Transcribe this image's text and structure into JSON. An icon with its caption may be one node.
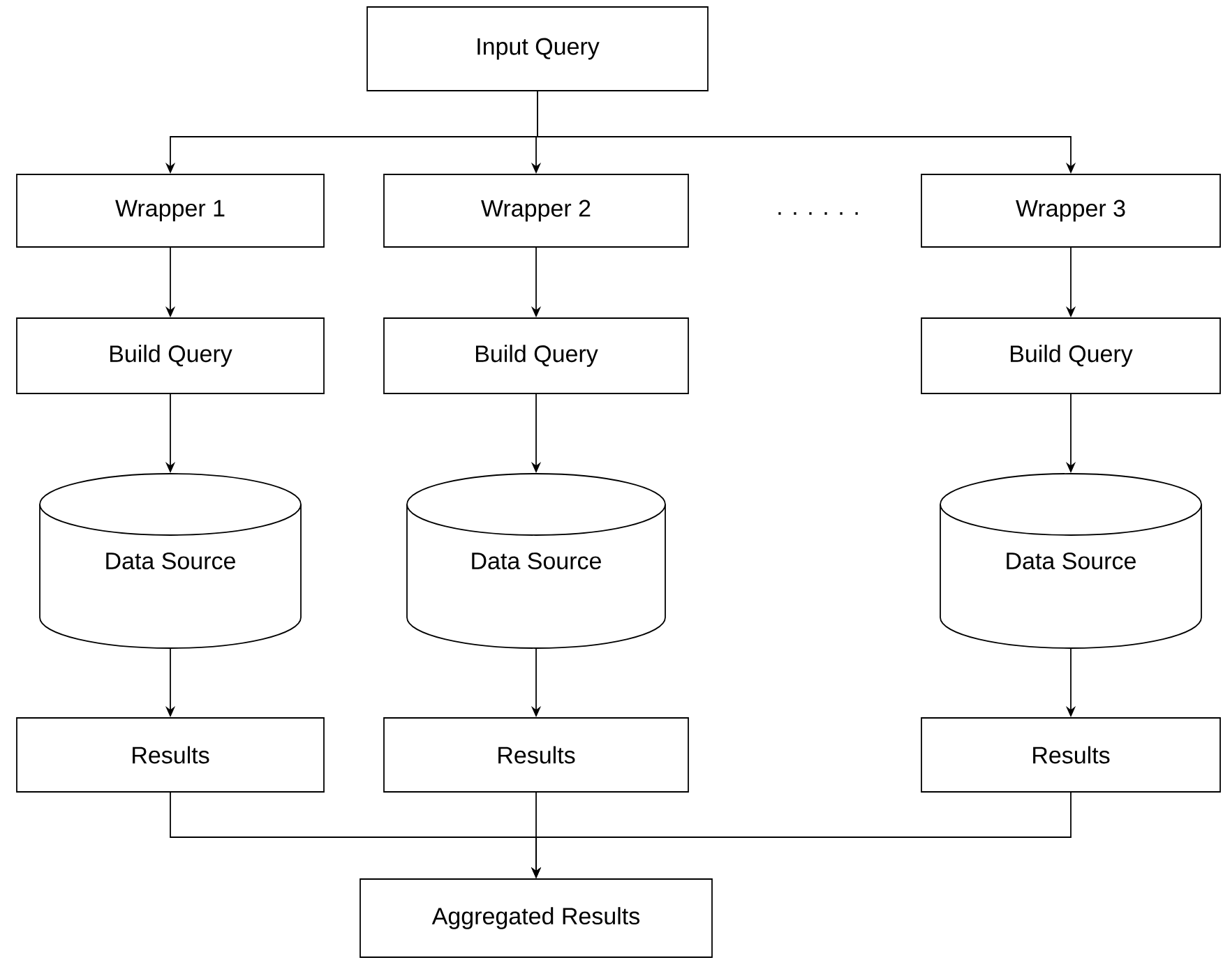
{
  "diagram": {
    "nodes": [
      {
        "text": [
          "Input Query"
        ]
      },
      {
        "text": [
          "Wrapper 1"
        ]
      },
      {
        "text": [
          "Wrapper 2"
        ]
      },
      {
        "text": [
          "Wrapper 3"
        ]
      },
      {
        "text": [
          "Build Query"
        ]
      },
      {
        "text": [
          "Build Query"
        ]
      },
      {
        "text": [
          "Build Query"
        ]
      },
      {
        "text": [
          "Data Source"
        ]
      },
      {
        "text": [
          "Data Source"
        ]
      },
      {
        "text": [
          "Data Source"
        ]
      },
      {
        "text": [
          "Results"
        ]
      },
      {
        "text": [
          "Results"
        ]
      },
      {
        "text": [
          "Results"
        ]
      },
      {
        "text": [
          "Aggregated Results"
        ]
      }
    ],
    "edges": [
      {
        "from": 0,
        "to": 1,
        "arrow": "to"
      },
      {
        "from": 0,
        "to": 2,
        "arrow": "to"
      },
      {
        "from": 0,
        "to": 3,
        "arrow": "to"
      },
      {
        "from": 1,
        "to": 4,
        "arrow": "to"
      },
      {
        "from": 2,
        "to": 5,
        "arrow": "to"
      },
      {
        "from": 3,
        "to": 6,
        "arrow": "to"
      },
      {
        "from": 4,
        "to": 7,
        "arrow": "to"
      },
      {
        "from": 5,
        "to": 8,
        "arrow": "to"
      },
      {
        "from": 6,
        "to": 9,
        "arrow": "to"
      },
      {
        "from": 7,
        "to": 10,
        "arrow": "to"
      },
      {
        "from": 8,
        "to": 11,
        "arrow": "to"
      },
      {
        "from": 9,
        "to": 12,
        "arrow": "to"
      },
      {
        "from": 10,
        "to": 13,
        "arrow": "to"
      },
      {
        "from": 11,
        "to": 13,
        "arrow": "to"
      },
      {
        "from": 12,
        "to": 13,
        "arrow": "to"
      }
    ],
    "labels": [
      ". . . . . ."
    ]
  }
}
